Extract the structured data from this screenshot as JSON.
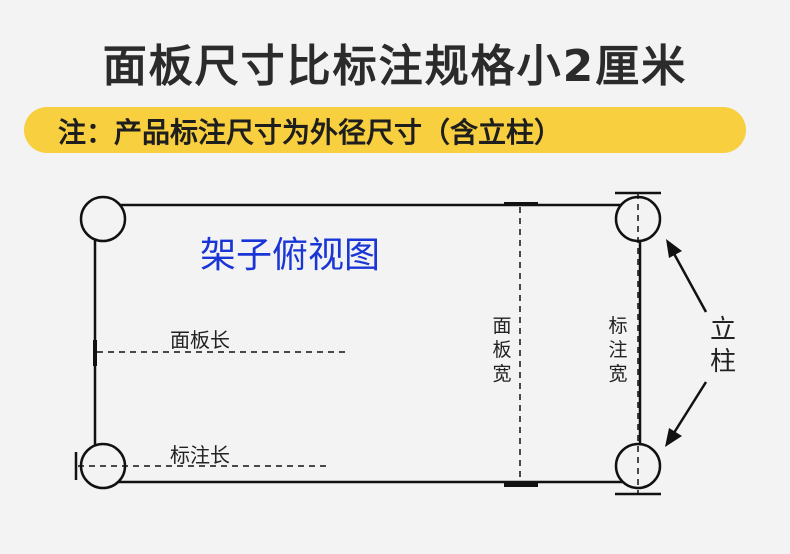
{
  "title": "面板尺寸比标注规格小2厘米",
  "note": "注：产品标注尺寸为外径尺寸（含立柱）",
  "diagram": {
    "view_label": "架子俯视图",
    "panel_length": "面板长",
    "marked_length": "标注长",
    "panel_width": "面板宽",
    "marked_width": "标注宽",
    "post": "立柱"
  },
  "colors": {
    "background": "#f3f3f3",
    "note_bar": "#f8cf3f",
    "view_label": "#1a35d6",
    "line": "#111111"
  }
}
